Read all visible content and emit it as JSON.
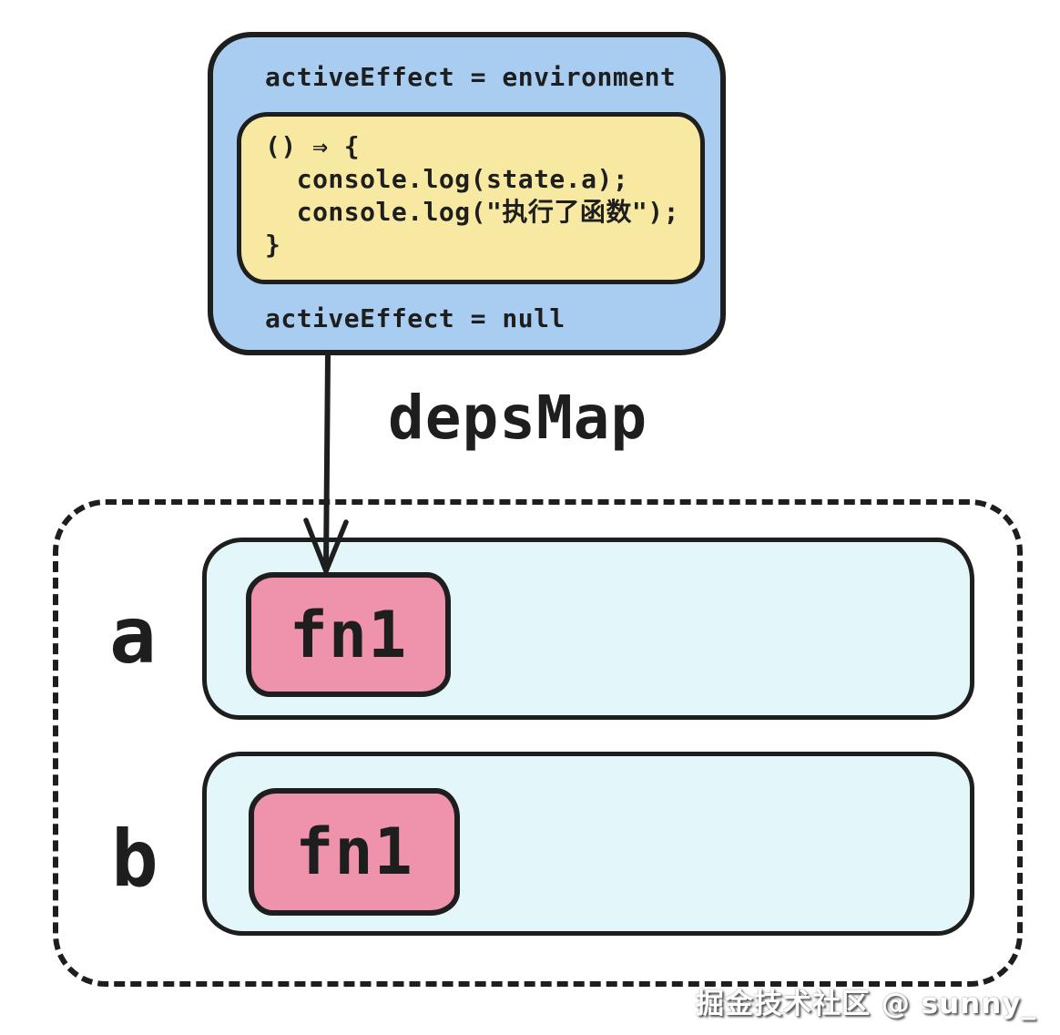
{
  "effect_box": {
    "top_line": "activeEffect = environment",
    "bottom_line": "activeEffect = null",
    "code": "() ⇒ {\n  console.log(state.a);\n  console.log(\"执行了函数\");\n}"
  },
  "arrow": {
    "label": "depsMap"
  },
  "deps_map": {
    "rows": [
      {
        "key": "a",
        "deps": [
          "fn1"
        ]
      },
      {
        "key": "b",
        "deps": [
          "fn1"
        ]
      }
    ]
  },
  "watermark": "掘金技术社区 @ sunny_",
  "colors": {
    "effect_box_fill": "#a9cdf1",
    "code_box_fill": "#f8e9a2",
    "dep_set_fill": "#e3f7fa",
    "fn_box_fill": "#ef93ad",
    "stroke": "#1e1e1e",
    "background": "#ffffff",
    "watermark_text": "#ffffff"
  }
}
